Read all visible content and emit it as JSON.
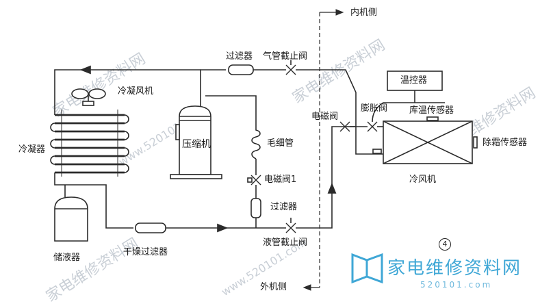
{
  "colors": {
    "line": "#2b2b2b",
    "logo": "#3fa7d6",
    "watermark": "#c9cfd6"
  },
  "labels": {
    "indoor_side": "内机侧",
    "outdoor_side": "外机侧",
    "filter_top": "过滤器",
    "gas_stop_valve": "气管截止阀",
    "condenser_fan": "冷凝风机",
    "condenser": "冷凝器",
    "compressor": "压缩机",
    "capillary": "毛细管",
    "solenoid_valve_1": "电磁阀1",
    "filter_mid": "过滤器",
    "liquid_stop_valve": "液管截止阀",
    "receiver": "储液器",
    "dry_filter": "干燥过滤器",
    "thermostat": "温控器",
    "solenoid_valve": "电磁阀",
    "expansion_valve": "膨胀阀",
    "room_temp_sensor": "库温传感器",
    "defrost_sensor": "除霜传感器",
    "cooler_fan": "冷风机",
    "figure_number": "4"
  },
  "watermark": {
    "text": "家电维修资料网",
    "url": "www.520101.com",
    "logo_text": "家电维修资料网",
    "logo_url": "520101.com"
  }
}
